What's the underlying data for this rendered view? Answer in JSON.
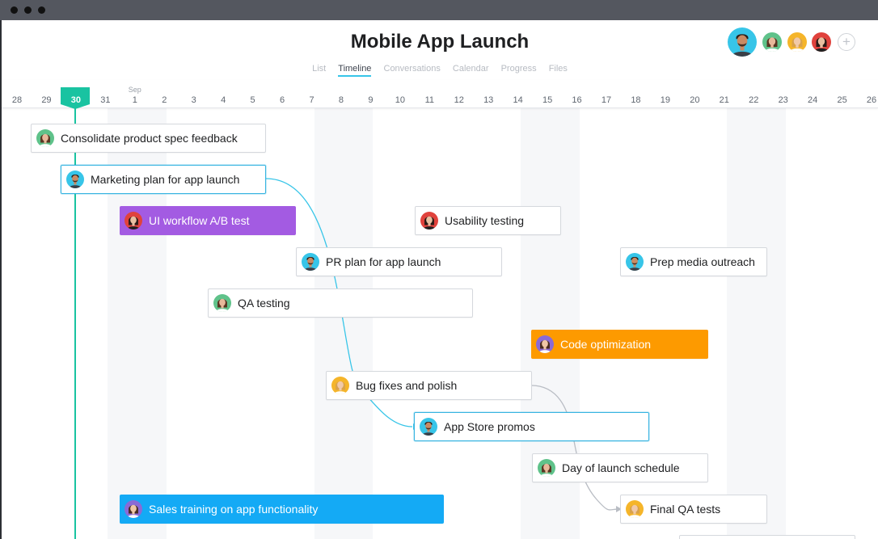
{
  "project": {
    "title": "Mobile App Launch",
    "tabs": [
      "List",
      "Timeline",
      "Conversations",
      "Calendar",
      "Progress",
      "Files"
    ],
    "active_tab": "Timeline"
  },
  "members": [
    {
      "name": "member-1",
      "icon": "avatar-man-teal-icon"
    },
    {
      "name": "member-2",
      "icon": "avatar-woman-green-icon"
    },
    {
      "name": "member-3",
      "icon": "avatar-woman-yellow-icon"
    },
    {
      "name": "member-4",
      "icon": "avatar-woman-red-icon"
    }
  ],
  "add_member_label": "+",
  "timeline": {
    "month_label": "Sep",
    "days": [
      "28",
      "29",
      "30",
      "31",
      "1",
      "2",
      "3",
      "4",
      "5",
      "6",
      "7",
      "8",
      "9",
      "10",
      "11",
      "12",
      "13",
      "14",
      "15",
      "16",
      "17",
      "18",
      "19",
      "20",
      "21",
      "22",
      "23",
      "24",
      "25",
      "26"
    ],
    "today": "30"
  },
  "tasks": [
    {
      "name": "Consolidate product spec feedback",
      "assignee": "avatar-woman-green-icon"
    },
    {
      "name": "Marketing plan for app launch",
      "assignee": "avatar-man-teal-icon"
    },
    {
      "name": "UI workflow A/B test",
      "assignee": "avatar-woman-red-icon",
      "color": "#a35be2"
    },
    {
      "name": "Usability testing",
      "assignee": "avatar-woman-red-icon"
    },
    {
      "name": "PR plan for app launch",
      "assignee": "avatar-man-teal-icon"
    },
    {
      "name": "Prep media outreach",
      "assignee": "avatar-man-teal-icon"
    },
    {
      "name": "QA testing",
      "assignee": "avatar-woman-green-icon"
    },
    {
      "name": "Code optimization",
      "assignee": "avatar-woman-purple-icon",
      "color": "#fd9a00"
    },
    {
      "name": "Bug fixes and polish",
      "assignee": "avatar-woman-yellow-icon"
    },
    {
      "name": "App Store promos",
      "assignee": "avatar-man-teal-icon"
    },
    {
      "name": "Day of launch schedule",
      "assignee": "avatar-woman-green-icon"
    },
    {
      "name": "Sales training on app functionality",
      "assignee": "avatar-woman-purple-icon",
      "color": "#14aaf5"
    },
    {
      "name": "Final QA tests",
      "assignee": "avatar-woman-yellow-icon"
    }
  ],
  "colors": {
    "today": "#19c3a1",
    "dependency_active": "#37c5e8",
    "dependency_inactive": "#b9bdc4",
    "selected_border": "#37b4e1"
  }
}
